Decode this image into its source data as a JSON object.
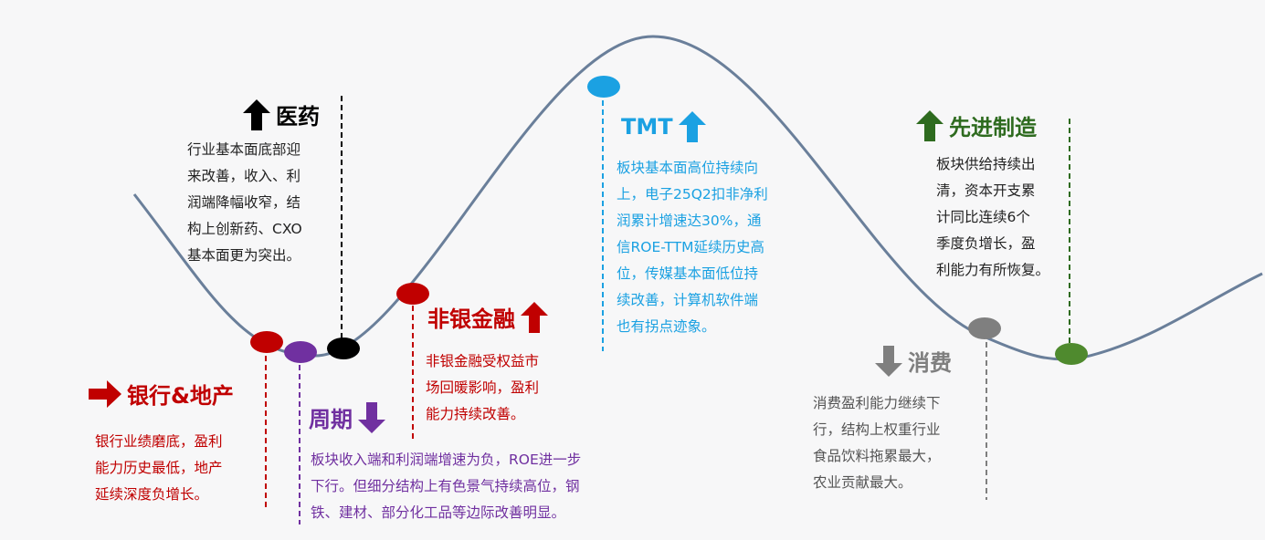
{
  "colors": {
    "curve": "#6a7f9a",
    "bank": "#c00000",
    "cycle": "#7030a0",
    "pharma": "#000000",
    "nonbank": "#c00000",
    "tmt": "#1ba1e2",
    "consumer": "#7f7f7f",
    "mfg": "#2e6b1f"
  },
  "sectors": {
    "pharma": {
      "title": "医药",
      "arrow": "up",
      "lines": [
        "行业基本面底部迎",
        "来改善，收入、利",
        "润端降幅收窄，结",
        "构上创新药、CXO",
        "基本面更为突出。"
      ]
    },
    "bank": {
      "title": "银行&地产",
      "arrow": "right",
      "lines": [
        "银行业绩磨底，盈利",
        "能力历史最低，地产",
        "延续深度负增长。"
      ]
    },
    "cycle": {
      "title": "周期",
      "arrow": "down",
      "lines": [
        "板块收入端和利润端增速为负，ROE进一步",
        "下行。但细分结构上有色景气持续高位，钢",
        "铁、建材、部分化工品等边际改善明显。"
      ]
    },
    "nonbank": {
      "title": "非银金融",
      "arrow": "up",
      "lines": [
        "非银金融受权益市",
        "场回暖影响，盈利",
        "能力持续改善。"
      ]
    },
    "tmt": {
      "title": "TMT",
      "arrow": "up",
      "lines": [
        "板块基本面高位持续向",
        "上，电子25Q2扣非净利",
        "润累计增速达30%，通",
        "信ROE-TTM延续历史高",
        "位，传媒基本面低位持",
        "续改善，计算机软件端",
        "也有拐点迹象。"
      ]
    },
    "consumer": {
      "title": "消费",
      "arrow": "down",
      "lines": [
        "消费盈利能力继续下",
        "行，结构上权重行业",
        "食品饮料拖累最大，",
        "农业贡献最大。"
      ]
    },
    "mfg": {
      "title": "先进制造",
      "arrow": "up",
      "lines": [
        "板块供给持续出",
        "清，资本开支累",
        "计同比连续6个",
        "季度负增长，盈",
        "利能力有所恢复。"
      ]
    }
  }
}
